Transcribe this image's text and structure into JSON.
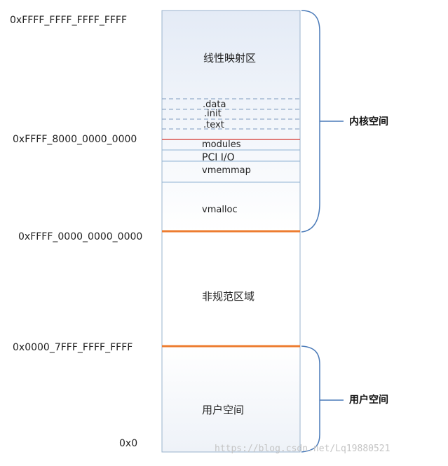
{
  "addresses": {
    "top": "0xFFFF_FFFF_FFFF_FFFF",
    "kernel_start": "0xFFFF_8000_0000_0000",
    "kernel_end": "0xFFFF_0000_0000_0000",
    "user_top": "0x0000_7FFF_FFFF_FFFF",
    "zero": "0x0"
  },
  "regions": {
    "linear_map": "线性映射区",
    "data": ".data",
    "init": ".init",
    "text": ".text",
    "modules": "modules",
    "pci_io": "PCI I/O",
    "vmemmap": "vmemmap",
    "vmalloc": "vmalloc",
    "noncanonical": "非规范区域",
    "user_space_region": "用户空间"
  },
  "brackets": {
    "kernel_space": "内核空间",
    "user_space": "用户空间"
  },
  "watermark": "https://blog.csdn.net/Lq19880521",
  "colors": {
    "box_fill_top": "#e8eef7",
    "box_stroke": "#9ab3cc",
    "dashed": "#7f9bbf",
    "modules_line": "#d9534f",
    "boundary": "#ed7d31",
    "bracket": "#4a7ab8"
  }
}
